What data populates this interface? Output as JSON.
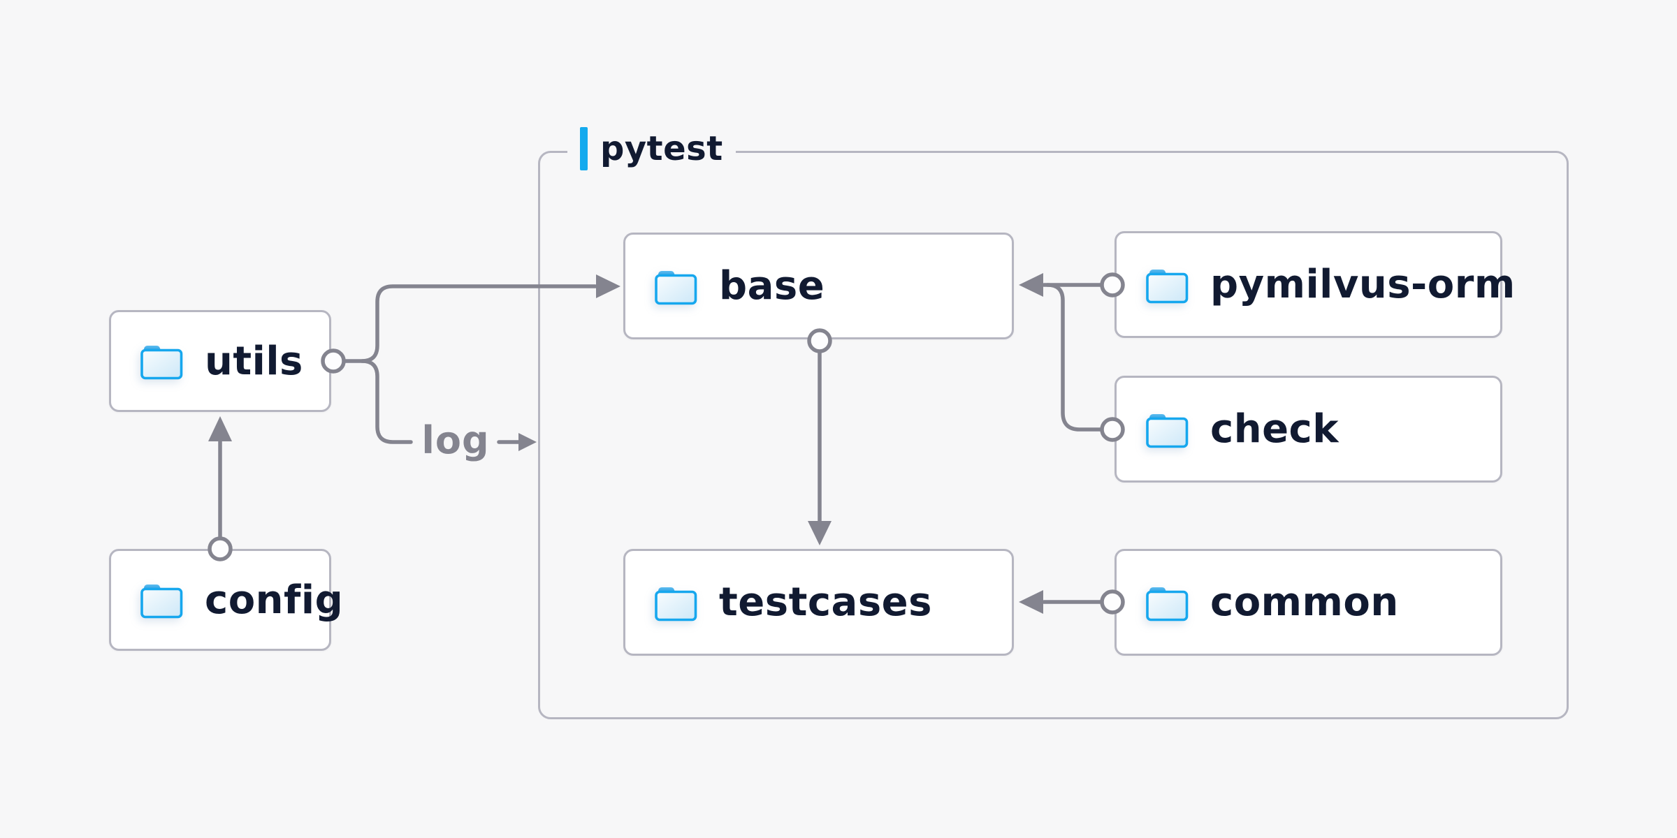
{
  "diagram": {
    "container_label": "pytest",
    "edge_label_log": "log",
    "nodes": {
      "utils": "utils",
      "config": "config",
      "base": "base",
      "testcases": "testcases",
      "pymilvus_orm": "pymilvus-orm",
      "check": "check",
      "common": "common"
    },
    "edges": [
      {
        "from": "config",
        "to": "utils",
        "style": "arrow-up, socket at config top"
      },
      {
        "from": "utils",
        "to": "base",
        "style": "socket at utils right, branch up, arrow into base left"
      },
      {
        "from": "utils",
        "to": "pytest-log",
        "style": "branch down to log label, small arrow into pytest group"
      },
      {
        "from": "base",
        "to": "testcases",
        "style": "socket at base bottom, arrow down into testcases top"
      },
      {
        "from": "pymilvus-orm",
        "to": "base",
        "style": "socket at pymilvus-orm left, arrow into base right"
      },
      {
        "from": "check",
        "to": "base",
        "style": "socket at check left, merges up into pymilvus-orm line"
      },
      {
        "from": "common",
        "to": "testcases",
        "style": "socket at common left, arrow into testcases right"
      }
    ],
    "icon": "folder-icon"
  },
  "colors": {
    "page_bg": "#f7f7f8",
    "box_bg": "#ffffff",
    "box_border": "#b6b6c1",
    "line": "#84848f",
    "text": "#111a31",
    "accent": "#14aaee",
    "muted": "#84848f",
    "folder_stroke": "#16a7ee",
    "folder_tab": "#2da2e4"
  }
}
